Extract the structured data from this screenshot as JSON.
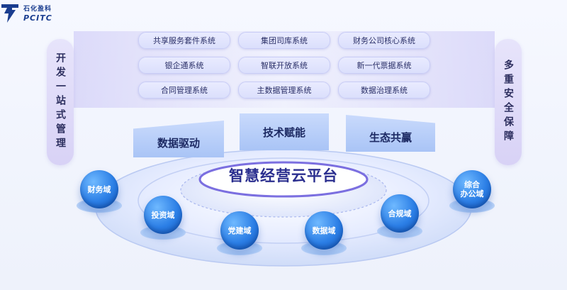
{
  "logo": {
    "cn": "石化盈科",
    "en": "PCITC"
  },
  "left_banner": "开发一站式管理",
  "right_banner": "多重安全保障",
  "systems": [
    [
      "共享服务套件系统",
      "集团司库系统",
      "财务公司核心系统"
    ],
    [
      "银企通系统",
      "智联开放系统",
      "新一代票据系统"
    ],
    [
      "合同管理系统",
      "主数据管理系统",
      "数据治理系统"
    ]
  ],
  "pillars": [
    "数据驱动",
    "技术赋能",
    "生态共赢"
  ],
  "platform": "智慧经营云平台",
  "domains": [
    "财务域",
    "投资域",
    "党建域",
    "数据域",
    "合规域",
    "综合\n办公域"
  ],
  "colors": {
    "accent": "#2b2f8f",
    "sphere": "#2c7fe6",
    "band": "#d8d2f6"
  }
}
